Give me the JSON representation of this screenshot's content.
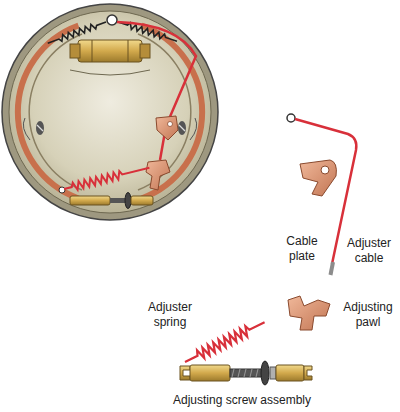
{
  "diagram": {
    "labels": [
      "Cable plate",
      "Adjuster cable",
      "Adjuster spring",
      "Adjusting pawl",
      "Adjusting screw assembly"
    ]
  }
}
